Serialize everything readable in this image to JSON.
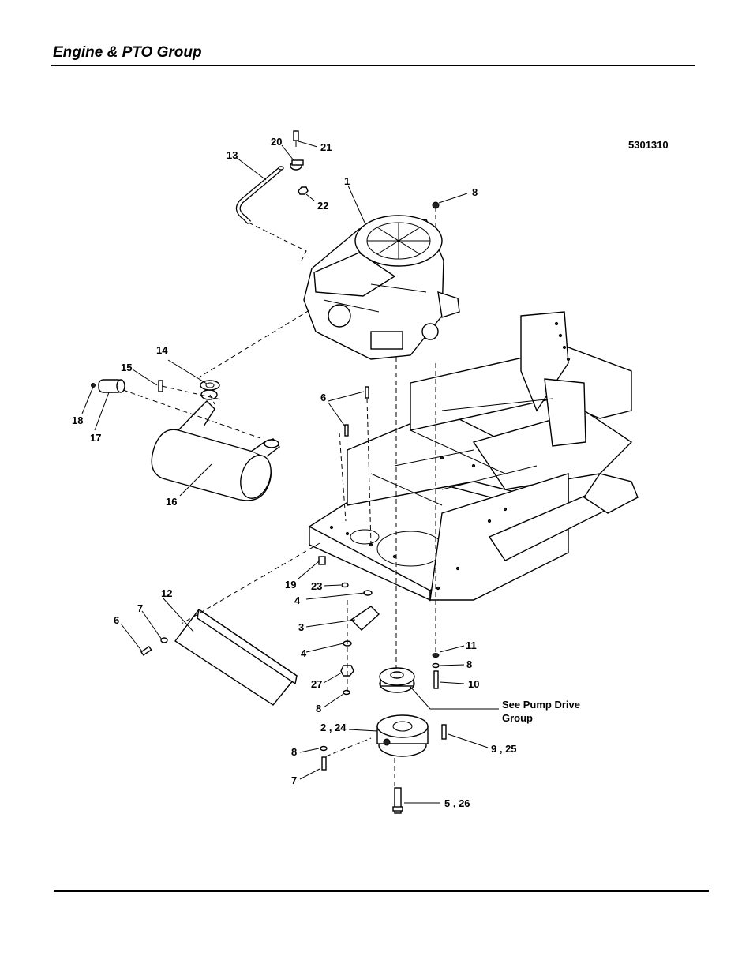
{
  "page": {
    "title": "Engine & PTO Group",
    "drawing_number": "5301310"
  },
  "callouts": [
    {
      "id": "c1",
      "text": "1"
    },
    {
      "id": "c2",
      "text": "2 , 24"
    },
    {
      "id": "c3",
      "text": "3"
    },
    {
      "id": "c4a",
      "text": "4"
    },
    {
      "id": "c4b",
      "text": "4"
    },
    {
      "id": "c5",
      "text": "5 , 26"
    },
    {
      "id": "c6a",
      "text": "6"
    },
    {
      "id": "c6b",
      "text": "6"
    },
    {
      "id": "c7a",
      "text": "7"
    },
    {
      "id": "c7b",
      "text": "7"
    },
    {
      "id": "c8a",
      "text": "8"
    },
    {
      "id": "c8b",
      "text": "8"
    },
    {
      "id": "c8c",
      "text": "8"
    },
    {
      "id": "c8d",
      "text": "8"
    },
    {
      "id": "c9",
      "text": "9 , 25"
    },
    {
      "id": "c10",
      "text": "10"
    },
    {
      "id": "c11",
      "text": "11"
    },
    {
      "id": "c12",
      "text": "12"
    },
    {
      "id": "c13",
      "text": "13"
    },
    {
      "id": "c14",
      "text": "14"
    },
    {
      "id": "c15",
      "text": "15"
    },
    {
      "id": "c16",
      "text": "16"
    },
    {
      "id": "c17",
      "text": "17"
    },
    {
      "id": "c18",
      "text": "18"
    },
    {
      "id": "c19",
      "text": "19"
    },
    {
      "id": "c20",
      "text": "20"
    },
    {
      "id": "c21",
      "text": "21"
    },
    {
      "id": "c22",
      "text": "22"
    },
    {
      "id": "c23",
      "text": "23"
    },
    {
      "id": "c27",
      "text": "27"
    }
  ],
  "note": {
    "line1": "See Pump Drive",
    "line2": "Group"
  }
}
